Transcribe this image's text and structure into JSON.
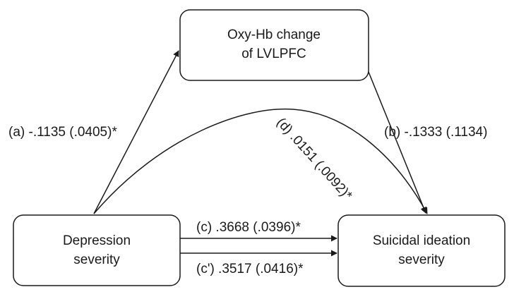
{
  "nodes": {
    "mediator": {
      "line1": "Oxy-Hb change",
      "line2": "of LVLPFC"
    },
    "predictor": {
      "line1": "Depression",
      "line2": "severity"
    },
    "outcome": {
      "line1": "Suicidal ideation",
      "line2": "severity"
    }
  },
  "paths": {
    "a": "(a) -.1135 (.0405)*",
    "b": "(b) -.1333 (.1134)",
    "c": "(c) .3668 (.0396)*",
    "c_prime": "(c') .3517 (.0416)*",
    "d": "(d) .0151 (.0092)*"
  },
  "colors": {
    "line": "#1a1a1a",
    "background": "#ffffff"
  }
}
